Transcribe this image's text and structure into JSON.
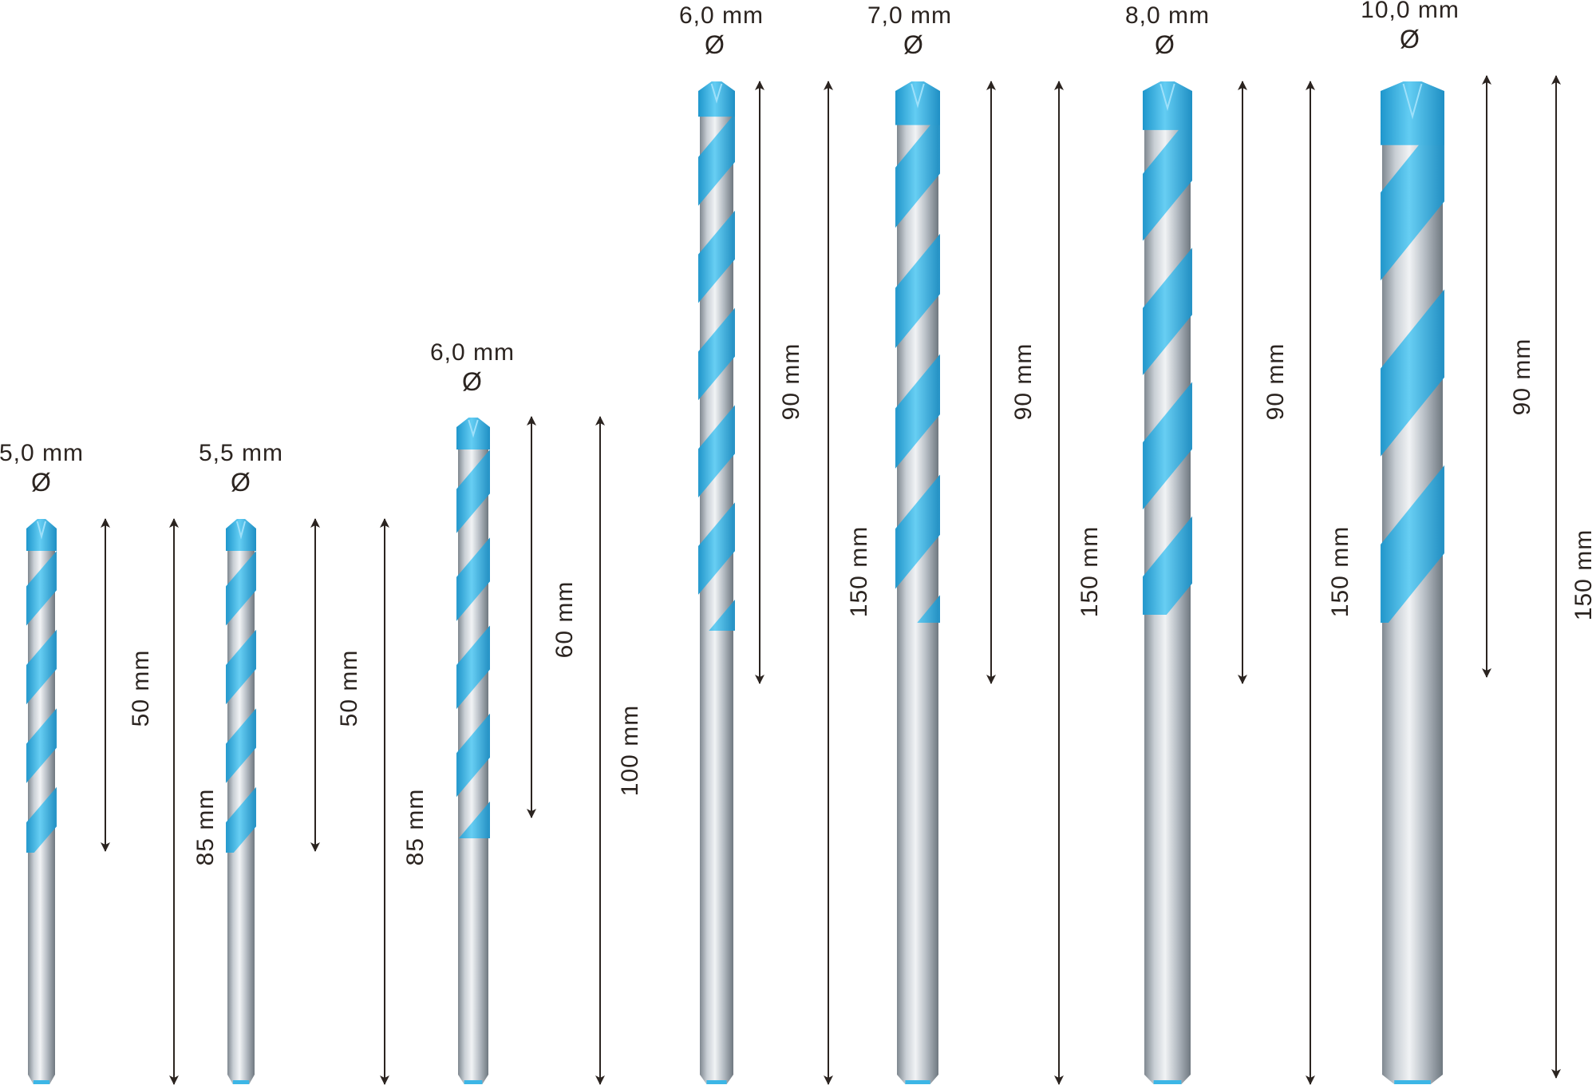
{
  "colors": {
    "background": "#ffffff",
    "bit_blue": "#2fa9dc",
    "bit_blue_light": "#6fd0f5",
    "shank_light": "#e4e8ec",
    "shank_mid": "#b9c0c7",
    "shank_dark": "#858d95",
    "arrow": "#2b2420",
    "text": "#2b2420"
  },
  "diameter_symbol": "Ø",
  "drill_bits": [
    {
      "diameter": "5,0 mm",
      "working_length": "50 mm",
      "total_length": "85 mm"
    },
    {
      "diameter": "5,5 mm",
      "working_length": "50 mm",
      "total_length": "85 mm"
    },
    {
      "diameter": "6,0 mm",
      "working_length": "60 mm",
      "total_length": "100 mm"
    },
    {
      "diameter": "6,0 mm",
      "working_length": "90 mm",
      "total_length": "150 mm"
    },
    {
      "diameter": "7,0 mm",
      "working_length": "90 mm",
      "total_length": "150 mm"
    },
    {
      "diameter": "8,0 mm",
      "working_length": "90 mm",
      "total_length": "150 mm"
    },
    {
      "diameter": "10,0 mm",
      "working_length": "90 mm",
      "total_length": "150 mm"
    }
  ]
}
